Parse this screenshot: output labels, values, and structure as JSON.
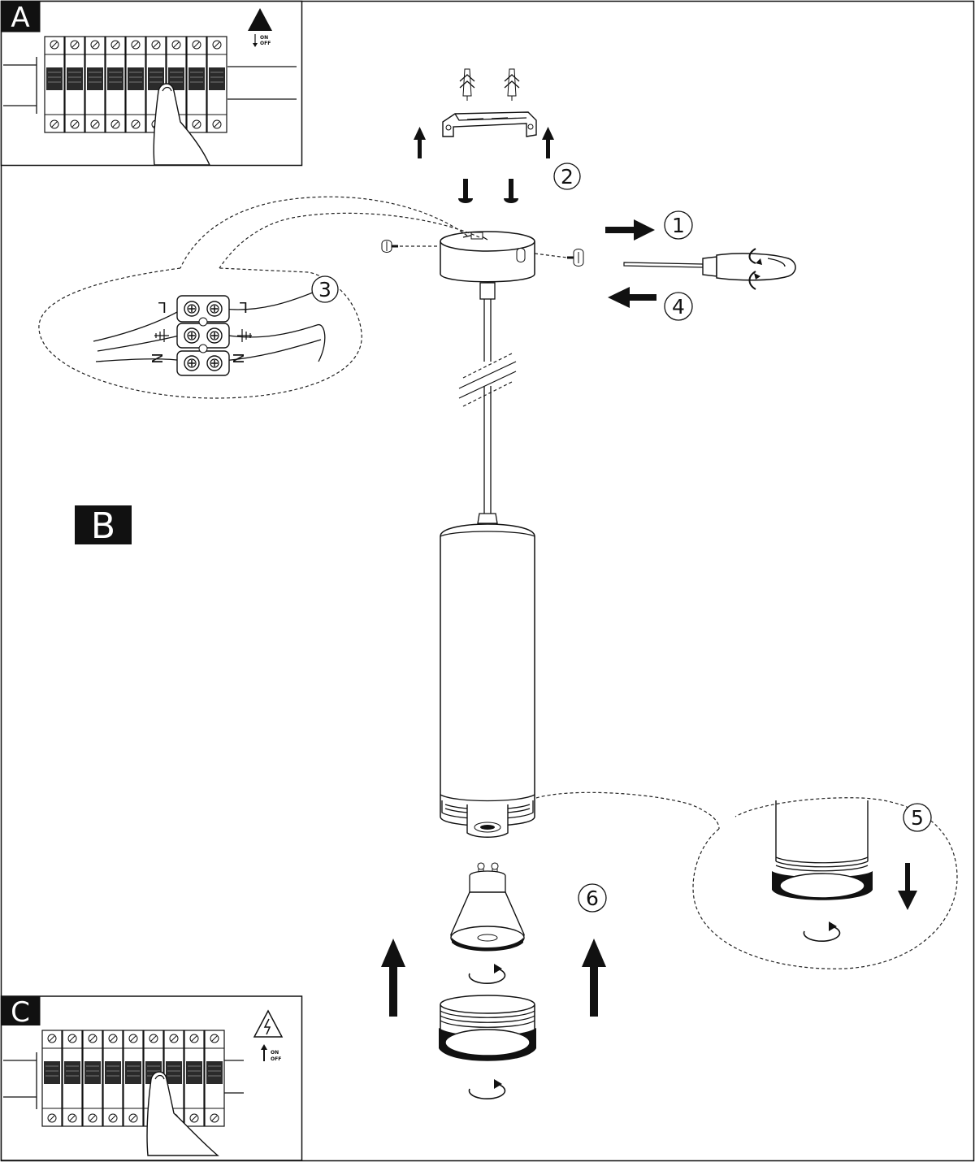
{
  "panels": {
    "a": {
      "letter": "A",
      "switch_on": "ON",
      "switch_off": "OFF"
    },
    "b": {
      "letter": "B"
    },
    "c": {
      "letter": "C",
      "switch_on": "ON",
      "switch_off": "OFF"
    }
  },
  "steps": [
    "1",
    "2",
    "3",
    "4",
    "5",
    "6"
  ],
  "terminal_labels": {
    "live": "L",
    "neutral": "N"
  },
  "icons": {
    "panel_a_warning": "warning-triangle-icon",
    "panel_c_warning": "high-voltage-warning-icon",
    "screwdriver": "screwdriver-icon",
    "rotation": "rotate-arrow-icon"
  }
}
